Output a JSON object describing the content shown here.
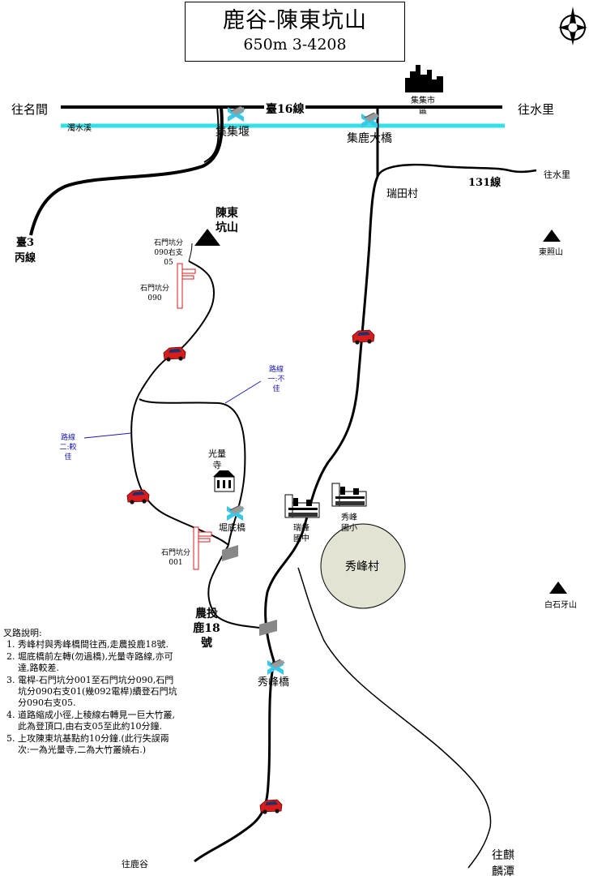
{
  "map": {
    "title": "鹿谷-陳東坑山",
    "subtitle": "650m 3-4208",
    "highway": "臺16線",
    "route131": "131線",
    "route3bing": "臺3丙線",
    "to_mingjian": "往名間",
    "to_shuili_top": "往水里",
    "to_shuili_right": "往水里",
    "to_lugu": "往鹿谷",
    "to_qilintan": "往麒麟潭",
    "zhuoshui_river": "濁水溪",
    "jiji_weir": "集集堰",
    "jiji_town": "集集市區",
    "jilu_bridge": "集鹿大橋",
    "ruitian": "瑞田村",
    "peak_name": "陳東坑山",
    "dongzhao_mtn": "東照山",
    "baishiya_mtn": "白石牙山",
    "marker_090_05": "石門坑分090右支05",
    "marker_090": "石門坑分090",
    "marker_001": "石門坑分001",
    "route1": "路線一:不佳",
    "route2": "路線二:較佳",
    "guangliang_temple": "光量寺",
    "kudi_bridge": "堀底橋",
    "ruifeng_jh": "瑞峰國中",
    "xiufeng_es": "秀峰國小",
    "xiufeng_village": "秀峰村",
    "road_n18": "農投鹿18號",
    "xiufeng_bridge": "秀峰橋",
    "north": "N"
  },
  "notes": {
    "title": "叉路說明:",
    "items": [
      "秀峰村與秀峰橋間往西,走農投鹿18號.",
      "堀底橋前左轉(勿過橋),光量寺路線,亦可達,路較差.",
      "電桿-石門坑分001至石門坑分090,石門坑分090右支01(幾092電桿)續登石門坑分090右支05.",
      "道路縮成小徑,上稜線右轉見一巨大竹叢,此為登頂口,由右支05至此約10分鐘.",
      "上攻陳東坑基點約10分鐘.(此行失誤兩次:一為光量寺,二為大竹叢繞右.)"
    ]
  },
  "colors": {
    "road": "#000000",
    "river": "#33e0e8",
    "bridge": "#38c8e8",
    "route_annotation": "#1a1ab4",
    "car": "#d81c1c",
    "village_fill": "#e2e3d2"
  }
}
